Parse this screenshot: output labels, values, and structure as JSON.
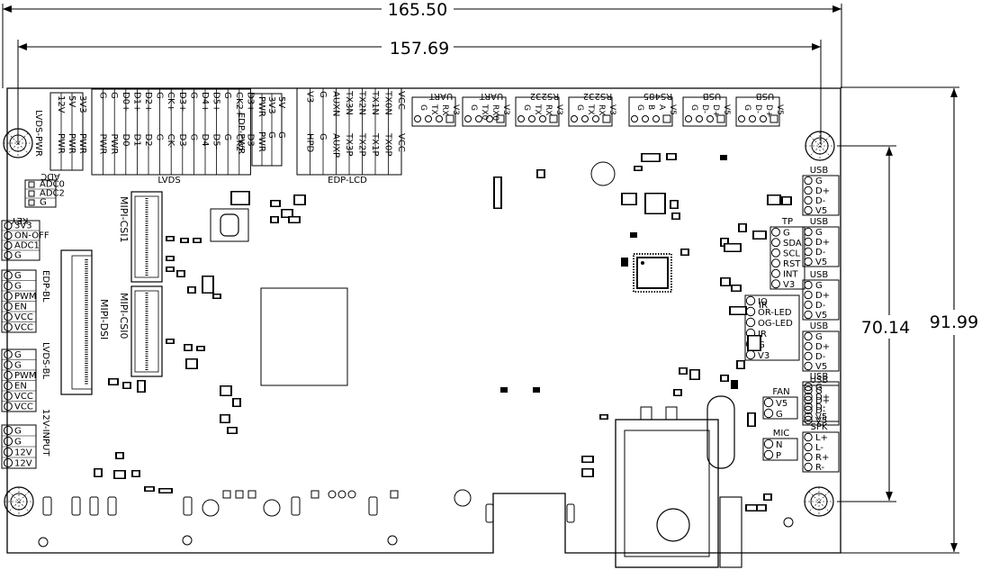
{
  "dimensions": {
    "overall_width": "165.50",
    "hole_pitch_width": "157.69",
    "hole_pitch_height": "70.14",
    "overall_height": "91.99"
  },
  "top_headers": [
    {
      "title": "UART",
      "pins": [
        "G",
        "TX",
        "RX",
        "V3"
      ]
    },
    {
      "title": "UART",
      "pins": [
        "G",
        "TX0",
        "RX0",
        "V3"
      ]
    },
    {
      "title": "RS232",
      "pins": [
        "G",
        "TX",
        "RX",
        "V3"
      ]
    },
    {
      "title": "RS232",
      "pins": [
        "G",
        "TX",
        "RX",
        "V3"
      ]
    },
    {
      "title": "RS485",
      "pins": [
        "G",
        "B",
        "A",
        "V5"
      ]
    },
    {
      "title": "USB",
      "pins": [
        "G",
        "D-",
        "D+",
        "V5"
      ]
    },
    {
      "title": "USB",
      "pins": [
        "G",
        "D-",
        "D+",
        "V5"
      ]
    }
  ],
  "lvds_pwr": {
    "title": "LVDS-PWR",
    "pins": [
      "12V",
      "5V",
      "3V3"
    ],
    "inner": [
      "PWR",
      "PWR",
      "PWR"
    ]
  },
  "lvds": {
    "title": "LVDS",
    "pins": [
      "G",
      "G",
      "D0+",
      "D1+",
      "D2+",
      "G",
      "CK+",
      "D3+",
      "G",
      "D4+",
      "D5+",
      "G",
      "CK2+",
      "D3+"
    ],
    "inner": [
      "PWR",
      "PWR",
      "D0-",
      "D1-",
      "D2-",
      "G",
      "CK-",
      "D3-",
      "G",
      "D4-",
      "D5-",
      "G",
      "CK2-",
      "D3-"
    ]
  },
  "edp_pwr": {
    "title": "EDP-PWR",
    "pins": [
      "PWR",
      "3V3",
      "5V"
    ],
    "inner": [
      "PWR",
      "G",
      "G"
    ]
  },
  "edp": {
    "title": "EDP-LCD",
    "pins": [
      "V3",
      "G",
      "AUXN",
      "TX3N",
      "TX2N",
      "TX1N",
      "TX0N",
      "VCC"
    ],
    "inner": [
      "HPD",
      "G",
      "AUXP",
      "TX3P",
      "TX2P",
      "TX1P",
      "TX0P",
      "VCC"
    ]
  },
  "left_connectors": {
    "adc": {
      "title": "ADC",
      "pins": [
        "ADC0",
        "ADC2",
        "G"
      ]
    },
    "key": {
      "title": "KEY",
      "pins": [
        "3V3",
        "ON-OFF",
        "ADC1",
        "G"
      ]
    },
    "bl1": {
      "title": "EDP-BL",
      "pins": [
        "G",
        "G",
        "PWM",
        "EN",
        "VCC",
        "VCC"
      ]
    },
    "bl2": {
      "title": "LVDS-BL",
      "pins": [
        "G",
        "G",
        "PWM",
        "EN",
        "VCC",
        "VCC"
      ]
    },
    "input": {
      "title": "12V-INPUT",
      "pins": [
        "G",
        "G",
        "12V",
        "12V"
      ]
    }
  },
  "ic_labels": {
    "csi1": "MIPI-CSI1",
    "csi0": "MIPI-CSI0",
    "dsi": "MIPI-DSI"
  },
  "right_connectors": {
    "usb1": {
      "title": "USB",
      "pins": [
        "G",
        "D+",
        "D-",
        "V5"
      ]
    },
    "tp": {
      "title": "TP",
      "pins": [
        "G",
        "SDA",
        "SCL",
        "RST",
        "INT",
        "V3"
      ]
    },
    "usb2": {
      "title": "USB",
      "pins": [
        "G",
        "D+",
        "D-",
        "V5"
      ]
    },
    "usb3": {
      "title": "USB",
      "pins": [
        "G",
        "D+",
        "D-",
        "V5"
      ]
    },
    "ir": {
      "title": "IR",
      "pins": [
        "IO",
        "OR-LED",
        "OG-LED",
        "IR",
        "G",
        "V3"
      ]
    },
    "usb4": {
      "title": "USB",
      "pins": [
        "G",
        "D+",
        "D-",
        "V5"
      ]
    },
    "usb5": {
      "title": "USB",
      "pins": [
        "G",
        "D+",
        "D-",
        "V5"
      ]
    },
    "fan": {
      "title": "FAN",
      "pins": [
        "V5",
        "G"
      ]
    },
    "usb6": {
      "title": "USB",
      "pins": [
        "G",
        "D+",
        "D-",
        "V5"
      ]
    },
    "spk": {
      "title": "SPK",
      "pins": [
        "L+",
        "L-",
        "R+",
        "R-"
      ]
    },
    "mic": {
      "title": "MIC",
      "pins": [
        "N",
        "P"
      ]
    }
  }
}
